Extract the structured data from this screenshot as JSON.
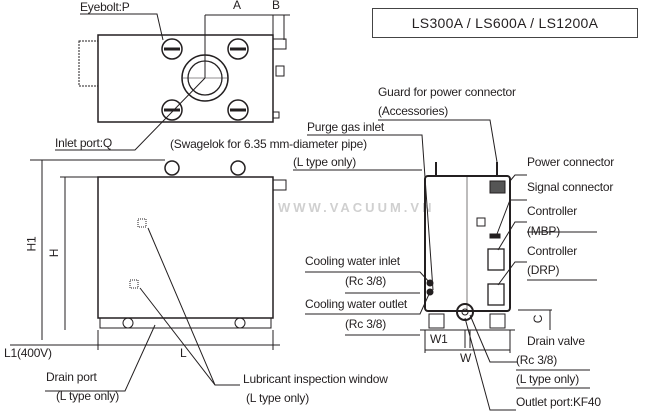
{
  "title": "LS300A / LS600A / LS1200A",
  "watermark": "WWW.VACUUM.VN",
  "labels": {
    "eyebolt": "Eyebolt:P",
    "dim_a": "A",
    "dim_b": "B",
    "inlet_port": "Inlet port:Q",
    "dim_h1": "H1",
    "dim_h": "H",
    "dim_l1": "L1(400V)",
    "dim_l": "L",
    "drain_port": "Drain port",
    "drain_port_note": "(L type only)",
    "lubricant_window": "Lubricant inspection window",
    "lubricant_window_note": "(L type only)",
    "guard_power": "Guard for power connector",
    "guard_power_note": "(Accessories)",
    "purge_gas": "Purge gas inlet",
    "purge_gas_spec": "(Swagelok for 6.35 mm-diameter pipe)",
    "purge_gas_note": "(L type only)",
    "power_connector": "Power connector",
    "signal_connector": "Signal connector",
    "controller_mbp": "Controller",
    "controller_mbp_note": "(MBP)",
    "controller_drp": "Controller",
    "controller_drp_note": "(DRP)",
    "cooling_inlet": "Cooling water inlet",
    "cooling_inlet_spec": "(Rc 3/8)",
    "cooling_outlet": "Cooling water outlet",
    "cooling_outlet_spec": "(Rc 3/8)",
    "dim_c": "C",
    "dim_w1": "W1",
    "dim_w": "W",
    "drain_valve": "Drain valve",
    "drain_valve_spec": "(Rc 3/8)",
    "drain_valve_note": "(L type only)",
    "outlet_port": "Outlet port:KF40"
  }
}
